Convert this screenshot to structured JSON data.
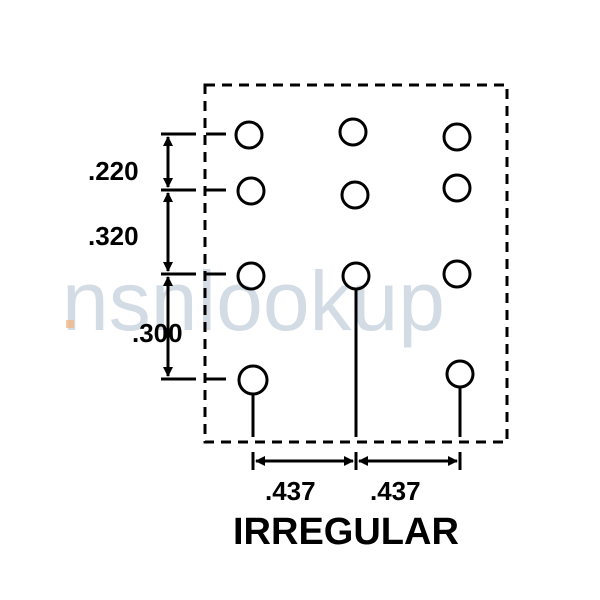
{
  "watermark": {
    "text": "nsnlookup"
  },
  "diagram": {
    "vertical_dimensions": [
      ".220",
      ".320",
      ".300"
    ],
    "horizontal_dimensions": [
      ".437",
      ".437"
    ],
    "caption": "IRREGULAR"
  },
  "colors": {
    "ink": "#000000",
    "watermark": "#9fb3c6",
    "watermark_accent": "#f5b27a"
  }
}
